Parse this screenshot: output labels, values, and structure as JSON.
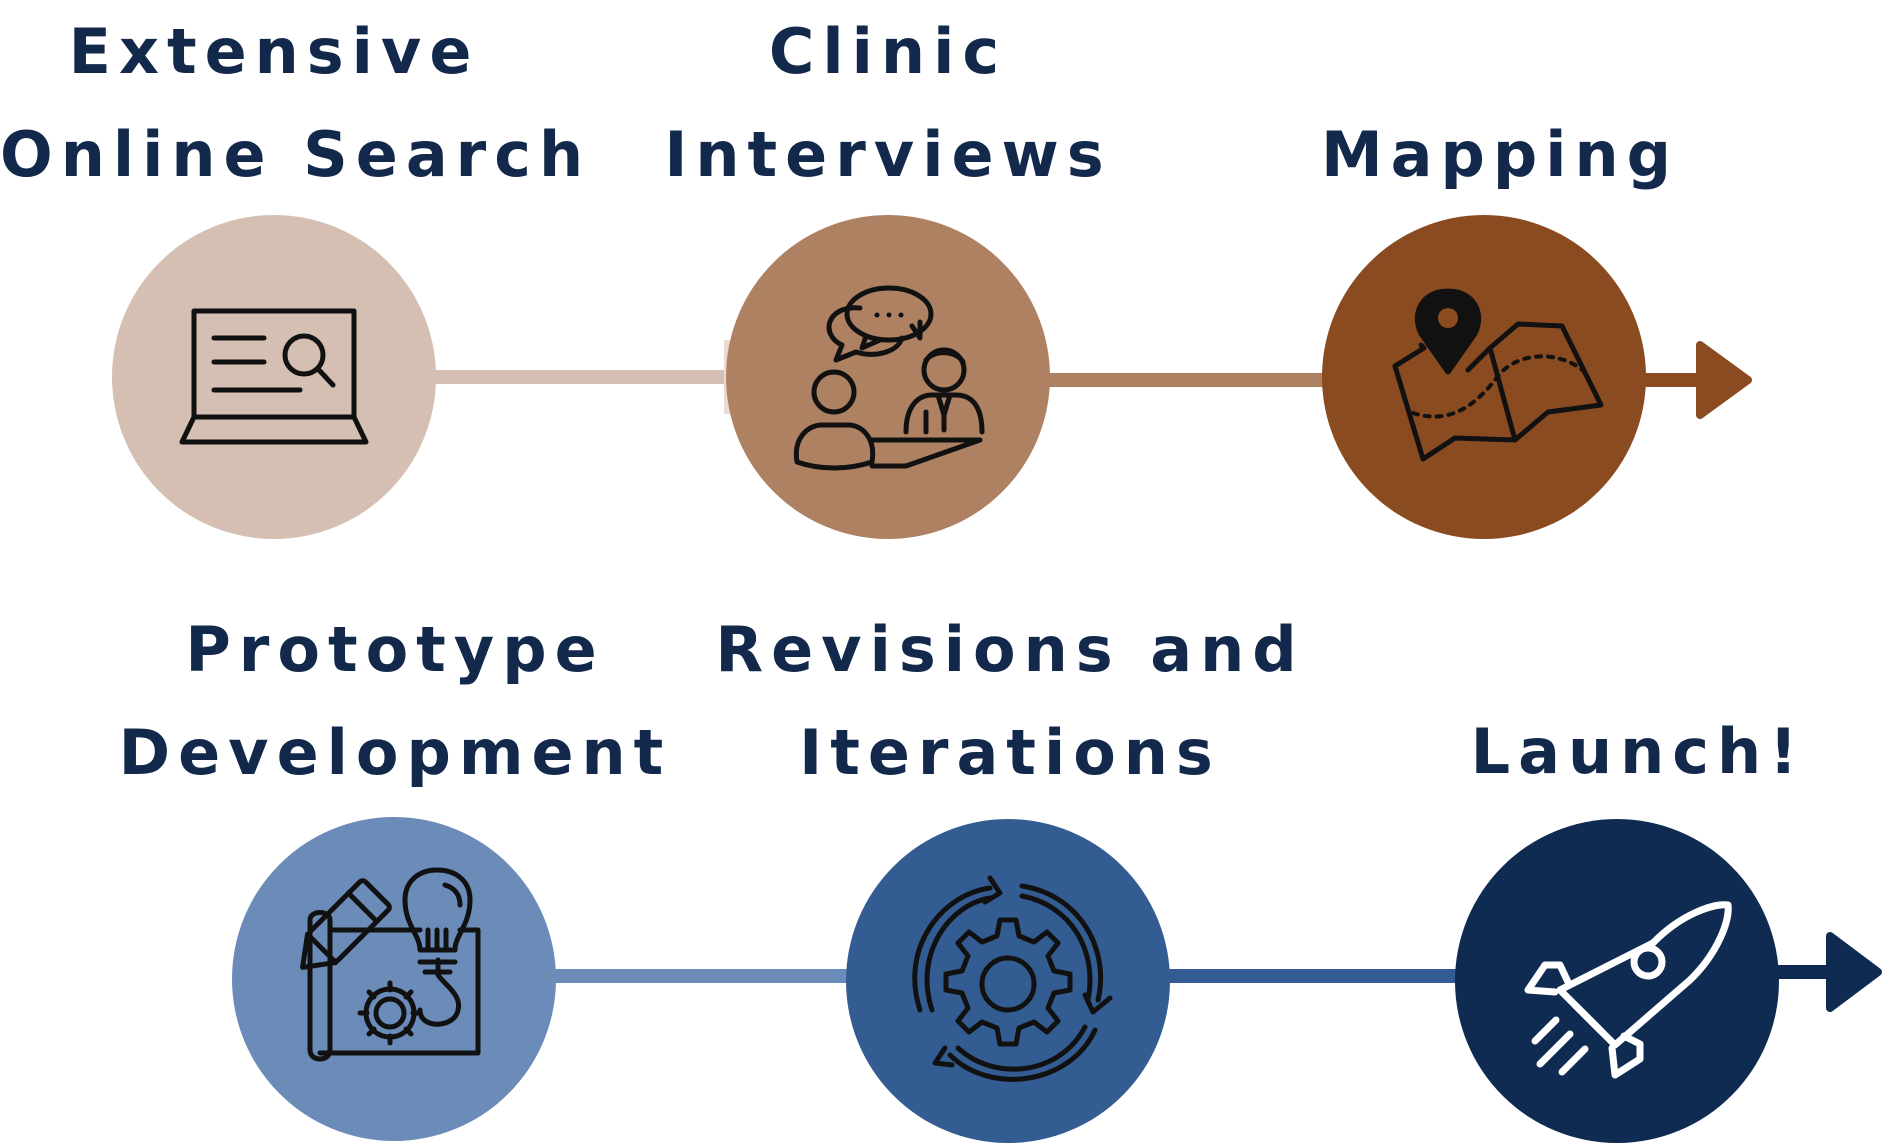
{
  "colors": {
    "title_text": "#13294b",
    "row1": [
      "#d4bfb2",
      "#ae8163",
      "#8b4b20"
    ],
    "row2": [
      "#6b8cb8",
      "#335c92",
      "#0f2b52"
    ],
    "icon_dark": "#111111",
    "icon_light": "#ffffff"
  },
  "steps": [
    {
      "lines": [
        "Extensive",
        "Online Search"
      ],
      "icon": "laptop-search-icon"
    },
    {
      "lines": [
        "Clinic",
        "Interviews"
      ],
      "icon": "interview-icon"
    },
    {
      "lines": [
        "Mapping"
      ],
      "icon": "map-pin-icon"
    },
    {
      "lines": [
        "Prototype",
        "Development"
      ],
      "icon": "blueprint-icon"
    },
    {
      "lines": [
        "Revisions and",
        "Iterations"
      ],
      "icon": "gear-cycle-icon"
    },
    {
      "lines": [
        "Launch!"
      ],
      "icon": "rocket-icon"
    }
  ]
}
